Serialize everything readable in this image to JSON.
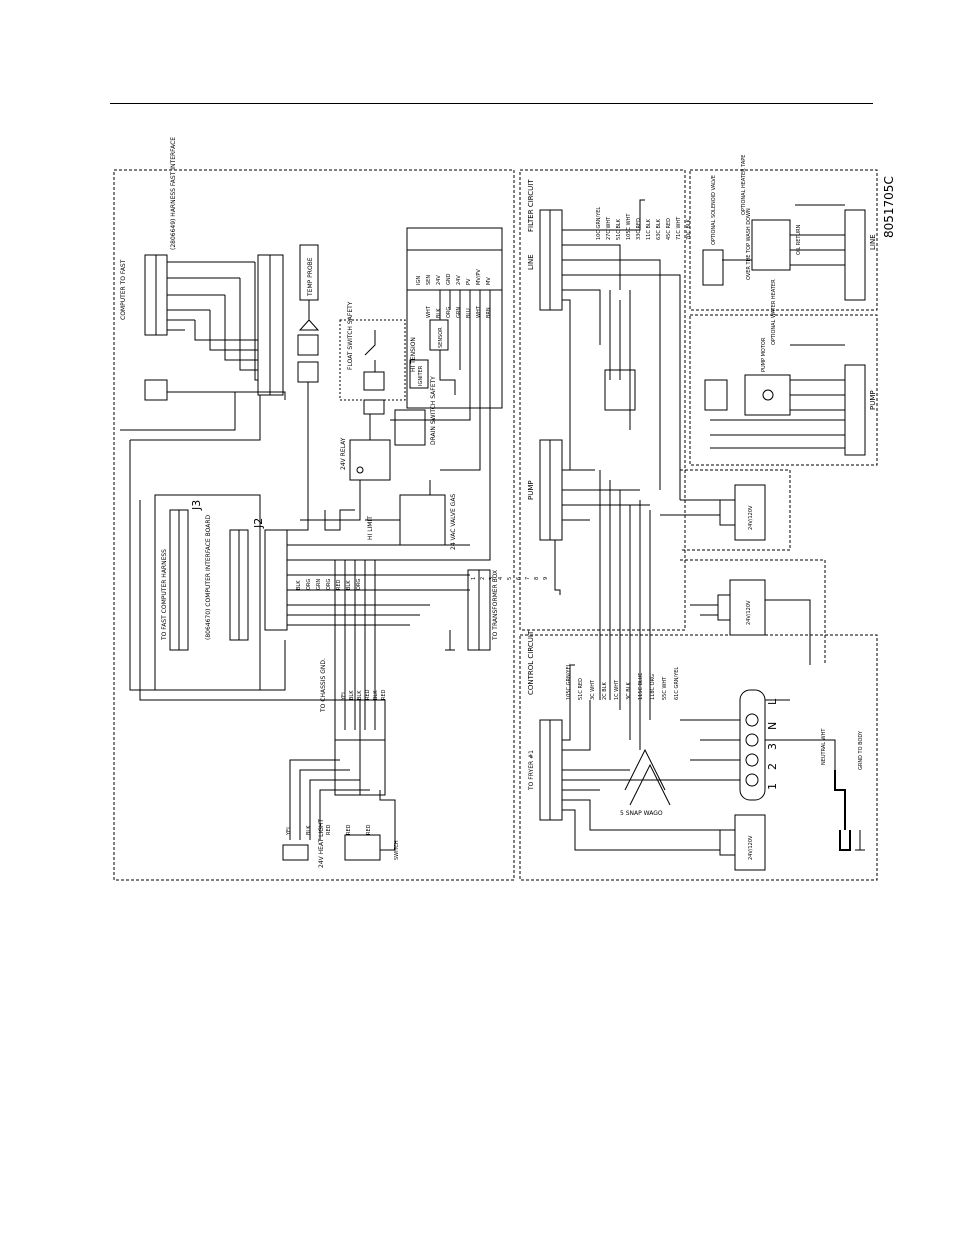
{
  "drawing_number": "8051705C",
  "sections": {
    "filter_circuit": "FILTER CIRCUIT",
    "control_circuit": "CONTROL CIRCUIT",
    "line": "LINE",
    "pump": "PUMP"
  },
  "labels": {
    "computer_to_fast": "COMPUTER TO FAST",
    "harness_fast_interface": "(2806649) HARNESS FAST INTERFACE",
    "temp_probe": "TEMP PROBE",
    "float_switch": "FLOAT SWITCH SAFETY",
    "hi_tension": "HI TENSION",
    "sensor": "SENSOR",
    "igniter": "IGNITER",
    "relay": "24V RELAY",
    "drain_switch": "DRAIN SWITCH SAFETY",
    "hi_limit": "HI LIMIT",
    "gas_valve": "24 VAC VALVE GAS",
    "j3": "J3",
    "j2": "J2",
    "to_fast_harness": "TO FAST COMPUTER HARNESS",
    "interface_board": "(8064670) COMPUTER INTERFACE BOARD",
    "to_transformer_box": "TO TRANSFORMER BOX",
    "to_chassis_gnd": "TO CHASSIS GND.",
    "heat_light": "24V HEAT LIGHT",
    "switch": "SWITCH",
    "to_fryer": "TO FRYER #1",
    "snap_wago": "5 SNAP WAGO",
    "neutral": "NEUTRAL WHT",
    "ground_body": "GRND TO BODY",
    "optional_solenoid": "OPTIONAL SOLENOID VALVE",
    "over_top_wash": "OVER THE TOP WASH DOWN",
    "oil_return": "OIL RETURN",
    "optional_heater_tape": "OPTIONAL HEATER TAPE",
    "pump_motor": "PUMP MOTOR",
    "optional_water_heater": "OPTIONAL WATER HEATER"
  },
  "gas_pins": [
    "IGN",
    "SEN",
    "24V",
    "GND",
    "24V",
    "PV",
    "MV/PV",
    "MV"
  ],
  "gas_wires": [
    "WHT",
    "BLK",
    "ORG",
    "GRN",
    "BLU",
    "WHT",
    "BRN"
  ],
  "transformer_pins": [
    "1",
    "2",
    "3",
    "4",
    "5",
    "6",
    "7",
    "8",
    "9"
  ],
  "transformer_wires": [
    "BLK",
    "ORG",
    "GRN",
    "ORG",
    "RED",
    "BLK",
    "ORG"
  ],
  "chassis_wires": [
    "YEL",
    "BLK",
    "BLK",
    "RED",
    "BLK",
    "RED"
  ],
  "light_wires": [
    "YEL",
    "BLK",
    "RED",
    "RED",
    "RED"
  ],
  "filter_wires": [
    "10C GRN/YEL",
    "27C WHT",
    "51C BLK",
    "105C WHT",
    "33C RED",
    "11C BLK",
    "63C BLK",
    "45C RED",
    "71C WHT",
    "70C BLK"
  ],
  "control_wires": [
    "105C GRN/YEL",
    "51C RED",
    "3C WHT",
    "2C BLK",
    "1C WHT",
    "3C BLK",
    "115C BLUE",
    "118C ORG",
    "55C WHT",
    "61C GRN/YEL"
  ],
  "transformer_label": "24V/120V",
  "terminal_letters": [
    "L",
    "1",
    "2",
    "3",
    "N"
  ]
}
